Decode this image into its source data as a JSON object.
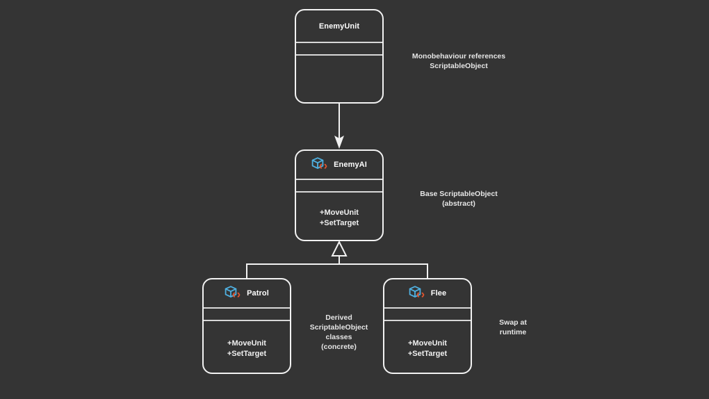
{
  "diagram": {
    "title": "Unity ScriptableObject EnemyAI class diagram",
    "background_color": "#343434",
    "line_color": "#f2f2f2",
    "text_color": "#ffffff",
    "icon_cube_color": "#4FB0E0",
    "icon_braces_color": "#E8552D"
  },
  "classes": {
    "enemy_unit": {
      "name": "EnemyUnit",
      "icon": "none",
      "attributes": [],
      "methods": []
    },
    "enemy_ai": {
      "name": "EnemyAI",
      "icon": "scriptableobject-icon",
      "attributes": [],
      "methods": [
        "+MoveUnit",
        "+SetTarget"
      ]
    },
    "patrol": {
      "name": "Patrol",
      "icon": "scriptableobject-icon",
      "attributes": [],
      "methods": [
        "+MoveUnit",
        "+SetTarget"
      ]
    },
    "flee": {
      "name": "Flee",
      "icon": "scriptableobject-icon",
      "attributes": [],
      "methods": [
        "+MoveUnit",
        "+SetTarget"
      ]
    }
  },
  "annotations": {
    "monobehaviour": "Monobehaviour references\nScriptableObject",
    "base": "Base ScriptableObject\n(abstract)",
    "derived": "Derived\nScriptableObject\nclasses\n(concrete)",
    "swap": "Swap at\nruntime"
  },
  "relations": [
    {
      "name": "association-enemyunit-to-enemyai",
      "from": "EnemyUnit",
      "to": "EnemyAI",
      "arrow": "open-arrow",
      "direction": "down"
    },
    {
      "name": "generalization-patrol-to-enemyai",
      "from": "Patrol",
      "to": "EnemyAI",
      "arrow": "hollow-triangle",
      "direction": "up"
    },
    {
      "name": "generalization-flee-to-enemyai",
      "from": "Flee",
      "to": "EnemyAI",
      "arrow": "hollow-triangle",
      "direction": "up"
    }
  ]
}
